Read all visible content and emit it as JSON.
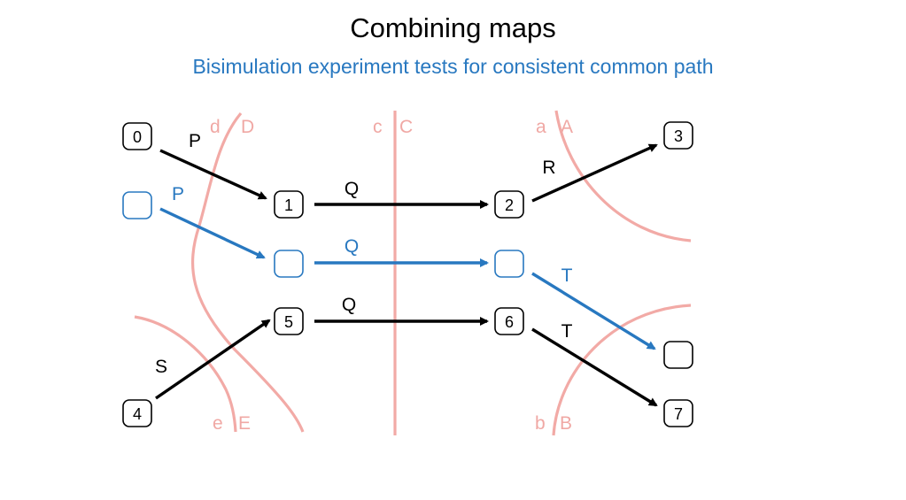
{
  "title": "Combining maps",
  "subtitle": "Bisimulation experiment tests for consistent common path",
  "colors": {
    "black": "#000000",
    "blue": "#2878c0",
    "boundary": "#f2aaa6",
    "boundary_text": "#f0a8a4"
  },
  "nodes": {
    "n0": "0",
    "n1": "1",
    "n2": "2",
    "n3": "3",
    "n4": "4",
    "n5": "5",
    "n6": "6",
    "n7": "7",
    "blank": ""
  },
  "edges": {
    "p_black": "P",
    "q_top": "Q",
    "r": "R",
    "p_blue": "P",
    "q_blue": "Q",
    "t_blue": "T",
    "q_bottom": "Q",
    "t_black": "T",
    "s": "S"
  },
  "regions": {
    "d": "d",
    "D": "D",
    "c": "c",
    "C": "C",
    "a": "a",
    "A": "A",
    "e": "e",
    "E": "E",
    "b": "b",
    "B": "B"
  }
}
